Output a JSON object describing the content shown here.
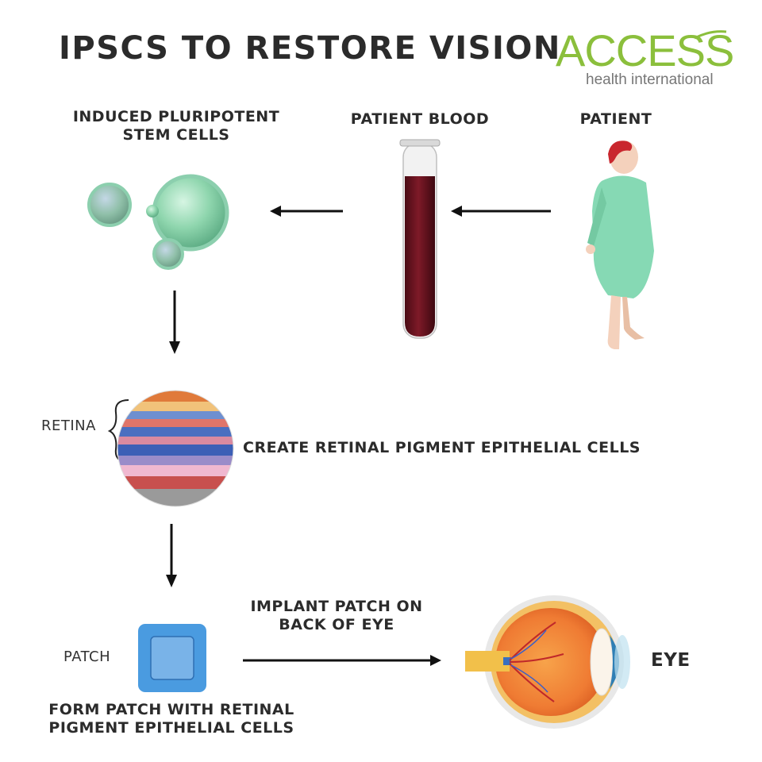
{
  "title": "IPSCS TO RESTORE VISION",
  "logo": {
    "main": "ACCESS",
    "sub": "health international"
  },
  "steps": {
    "ipsc": "INDUCED PLURIPOTENT\nSTEM CELLS",
    "blood": "PATIENT BLOOD",
    "patient": "PATIENT",
    "retina_label": "RETINA",
    "create_rpe": "CREATE RETINAL PIGMENT EPITHELIAL CELLS",
    "patch_label": "PATCH",
    "form_patch": "FORM PATCH WITH RETINAL\nPIGMENT EPITHELIAL CELLS",
    "implant": "IMPLANT PATCH ON\nBACK OF EYE",
    "eye": "EYE"
  },
  "colors": {
    "logo_green": "#8bbf3c",
    "cell_green": "#8fd6ae",
    "blood": "#6b1420",
    "gown": "#86d9b4",
    "patch_blue": "#4a9be0"
  }
}
